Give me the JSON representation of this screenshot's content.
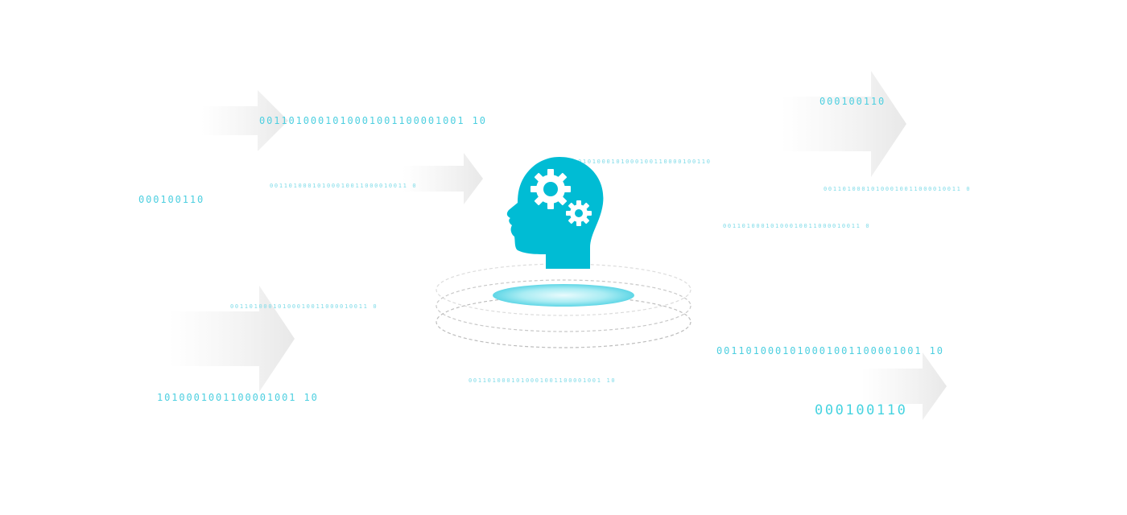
{
  "colors": {
    "accent": "#00bcd4",
    "bits": "#4dcfe0",
    "arrow": "#eeeeee",
    "ring": "#bdbdbd"
  },
  "icons": [
    "head-with-gears-icon",
    "arrow-right-icon"
  ],
  "bit_strings": {
    "top_left": "0011010001010001001100001001 10",
    "mid_left_small": "00110100010100010011000010011 0",
    "left_label": "000100110",
    "lower_left_small": "00110100010100010011000010011 0",
    "bottom_left": "1010001001100001001 10",
    "center_small_top": "0101000101000100110000100110",
    "center_small_bottom": "0011010001010001001100001001 10",
    "top_right": "000100110",
    "right_small_1": "00110100010100010011000010011 0",
    "right_small_2": "00110100010100010011000010011 0",
    "right_medium": "0011010001010001001100001001 10",
    "bottom_right_large": "000100110"
  }
}
